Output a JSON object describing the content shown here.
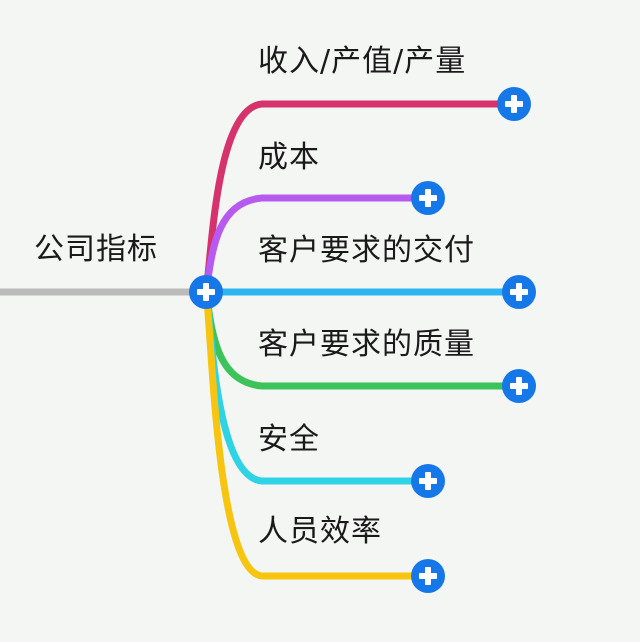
{
  "root": {
    "label": "公司指标",
    "line_color": "#bbbbbb"
  },
  "button_color": "#1677e8",
  "branches": [
    {
      "label": "收入/产值/产量",
      "color": "#d6336c"
    },
    {
      "label": "成本",
      "color": "#b75af0"
    },
    {
      "label": "客户要求的交付",
      "color": "#2fb4f2"
    },
    {
      "label": "客户要求的质量",
      "color": "#3cc45a"
    },
    {
      "label": "安全",
      "color": "#2fd3e6"
    },
    {
      "label": "人员效率",
      "color": "#f7c50f"
    }
  ]
}
